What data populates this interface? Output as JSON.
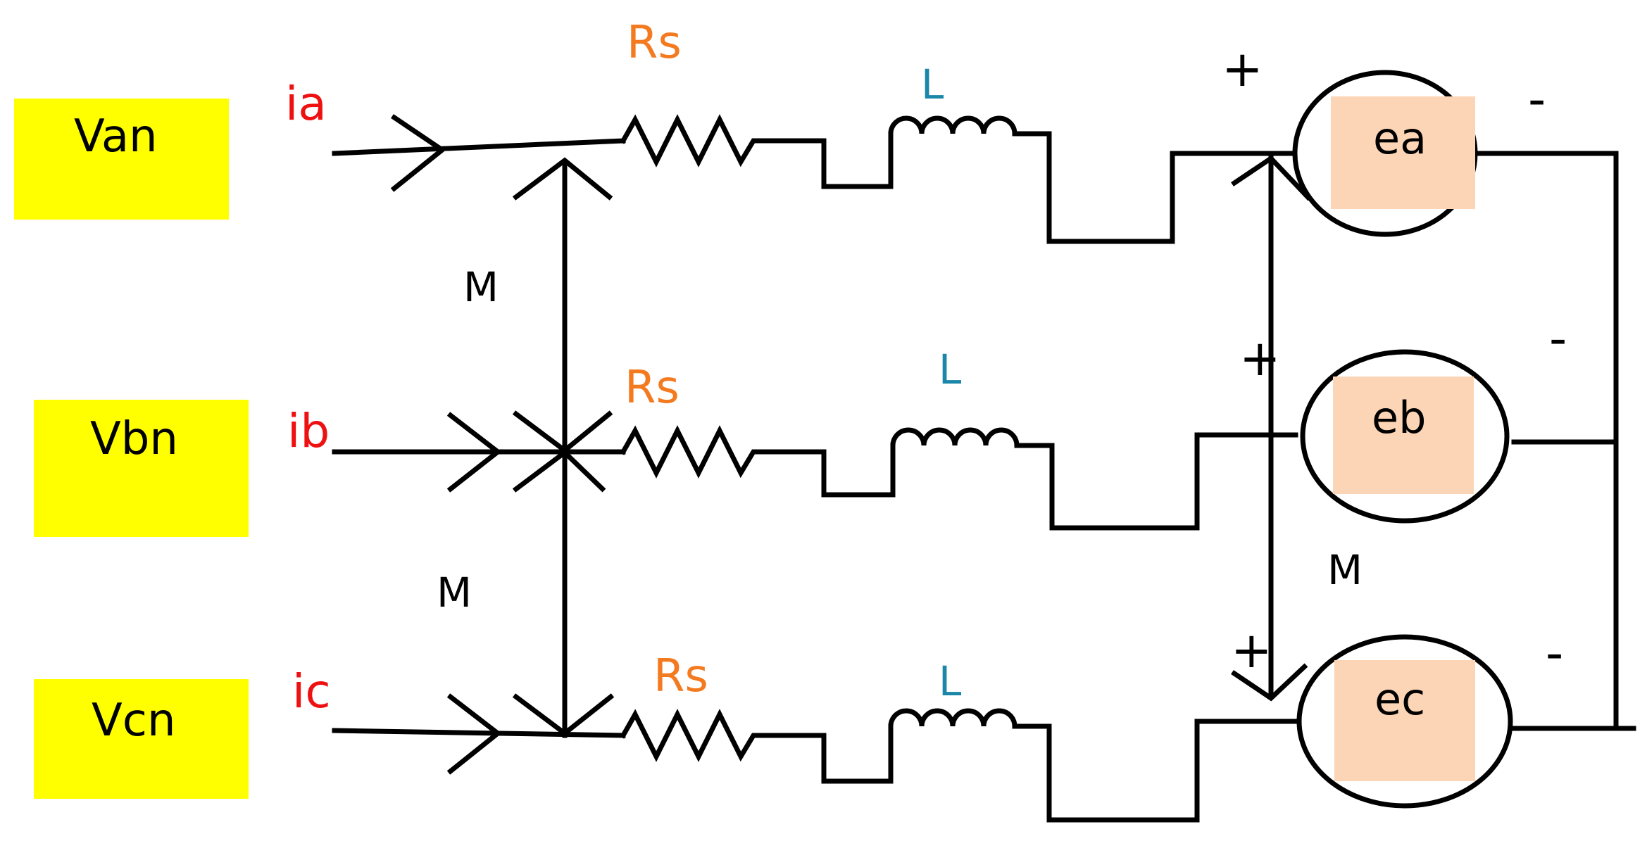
{
  "sources": [
    {
      "label": "Van",
      "fill": "#ffff00"
    },
    {
      "label": "Vbn",
      "fill": "#ffff00"
    },
    {
      "label": "Vcn",
      "fill": "#ffff00"
    }
  ],
  "currents": [
    "ia",
    "ib",
    "ic"
  ],
  "resistor_label": "Rs",
  "inductor_label": "L",
  "mutual_label": "M",
  "back_emfs": [
    {
      "label": "ea",
      "fill": "#fbd5b5"
    },
    {
      "label": "eb",
      "fill": "#fbd5b5"
    },
    {
      "label": "ec",
      "fill": "#fbd5b5"
    }
  ],
  "plus_sign": "+",
  "minus_sign": "-",
  "colors": {
    "current": "#ee1111",
    "resistor": "#f47a20",
    "inductor": "#1a86a8",
    "source_box": "#ffff00",
    "emf_box": "#fbd5b5"
  }
}
